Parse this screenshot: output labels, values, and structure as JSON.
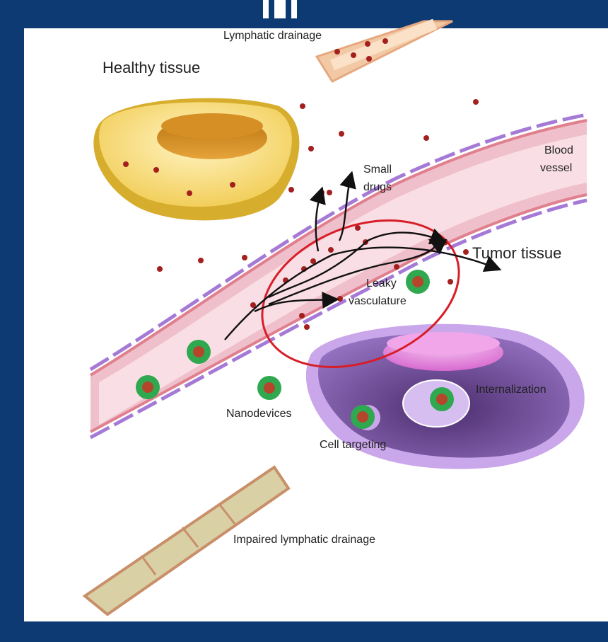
{
  "labels": {
    "lymphatic_drainage": "Lymphatic drainage",
    "healthy_tissue": "Healthy tissue",
    "small_drugs_1": "Small",
    "small_drugs_2": "drugs",
    "blood_vessel_1": "Blood",
    "blood_vessel_2": "vessel",
    "tumor_tissue": "Tumor tissue",
    "leaky_1": "Leaky",
    "leaky_2": "vasculature",
    "internalization": "Internalization",
    "nanodevices": "Nanodevices",
    "cell_targeting": "Cell targeting",
    "impaired_lymphatic": "Impaired lymphatic drainage"
  },
  "colors": {
    "frame": "#0d3a73",
    "vessel_fill": "#f7d4dc",
    "vessel_wall": "#e07f8e",
    "endothelium": "#a57ad6",
    "healthy_cell": "#f5d66a",
    "tumor_cell": "#a77bd0",
    "drug_dot": "#a3201f",
    "nanodevice": "#2fa84f",
    "leaky_ring": "#d71e28",
    "lymph": "#d9d0a6"
  }
}
